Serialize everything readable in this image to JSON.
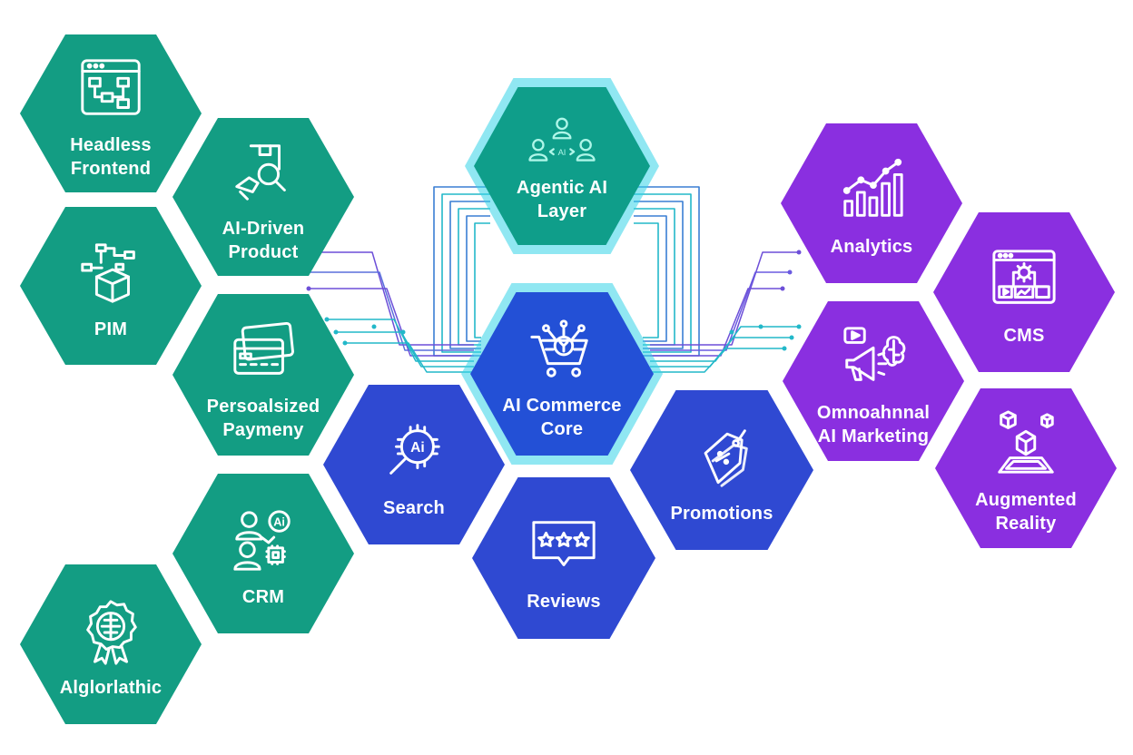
{
  "nodes": [
    {
      "id": "headless",
      "label": "Headless\nFrontend",
      "color": "#139d83",
      "icon": "flowchart-window-icon"
    },
    {
      "id": "ai-product",
      "label": "AI-Driven\nProduct",
      "color": "#139d83",
      "icon": "product-search-icon"
    },
    {
      "id": "pim",
      "label": "PIM",
      "color": "#139d83",
      "icon": "box-network-icon"
    },
    {
      "id": "payment",
      "label": "Persoalsized\nPaymeny",
      "color": "#139d83",
      "icon": "credit-card-icon"
    },
    {
      "id": "crm",
      "label": "CRM",
      "color": "#139d83",
      "icon": "users-ai-chip-icon"
    },
    {
      "id": "algo",
      "label": "Alglorlathic",
      "color": "#139d83",
      "icon": "brain-badge-icon"
    },
    {
      "id": "agentic",
      "label": "Agentic AI\nLayer",
      "color": "#0f9e8a",
      "icon": "agents-ai-icon",
      "ai_tag": "AI"
    },
    {
      "id": "core",
      "label": "AI Commerce\nCore",
      "color": "#2350d6",
      "icon": "ai-cart-icon"
    },
    {
      "id": "search",
      "label": "Search",
      "color": "#2f49d2",
      "icon": "ai-magnifier-icon",
      "ai_tag": "Ai"
    },
    {
      "id": "reviews",
      "label": "Reviews",
      "color": "#2f49d2",
      "icon": "star-reviews-icon"
    },
    {
      "id": "promotions",
      "label": "Promotions",
      "color": "#2f49d2",
      "icon": "discount-tag-icon"
    },
    {
      "id": "analytics",
      "label": "Analytics",
      "color": "#8a2fe0",
      "icon": "bar-chart-trend-icon"
    },
    {
      "id": "cms",
      "label": "CMS",
      "color": "#8a2fe0",
      "icon": "cms-window-gear-icon"
    },
    {
      "id": "marketing",
      "label": "Omnoahnnal\nAI Marketing",
      "color": "#8a2fe0",
      "icon": "megaphone-brain-icon"
    },
    {
      "id": "ar",
      "label": "Augmented\nReality",
      "color": "#8a2fe0",
      "icon": "ar-cubes-icon"
    }
  ],
  "crm_ai_tag": "Ai",
  "colors": {
    "teal": "#139d83",
    "blue": "#2f49d2",
    "purple": "#8a2fe0",
    "circuit_cyan": "#22b8c9",
    "circuit_purple": "#6d4fd8",
    "glow": "#35d3e8"
  }
}
